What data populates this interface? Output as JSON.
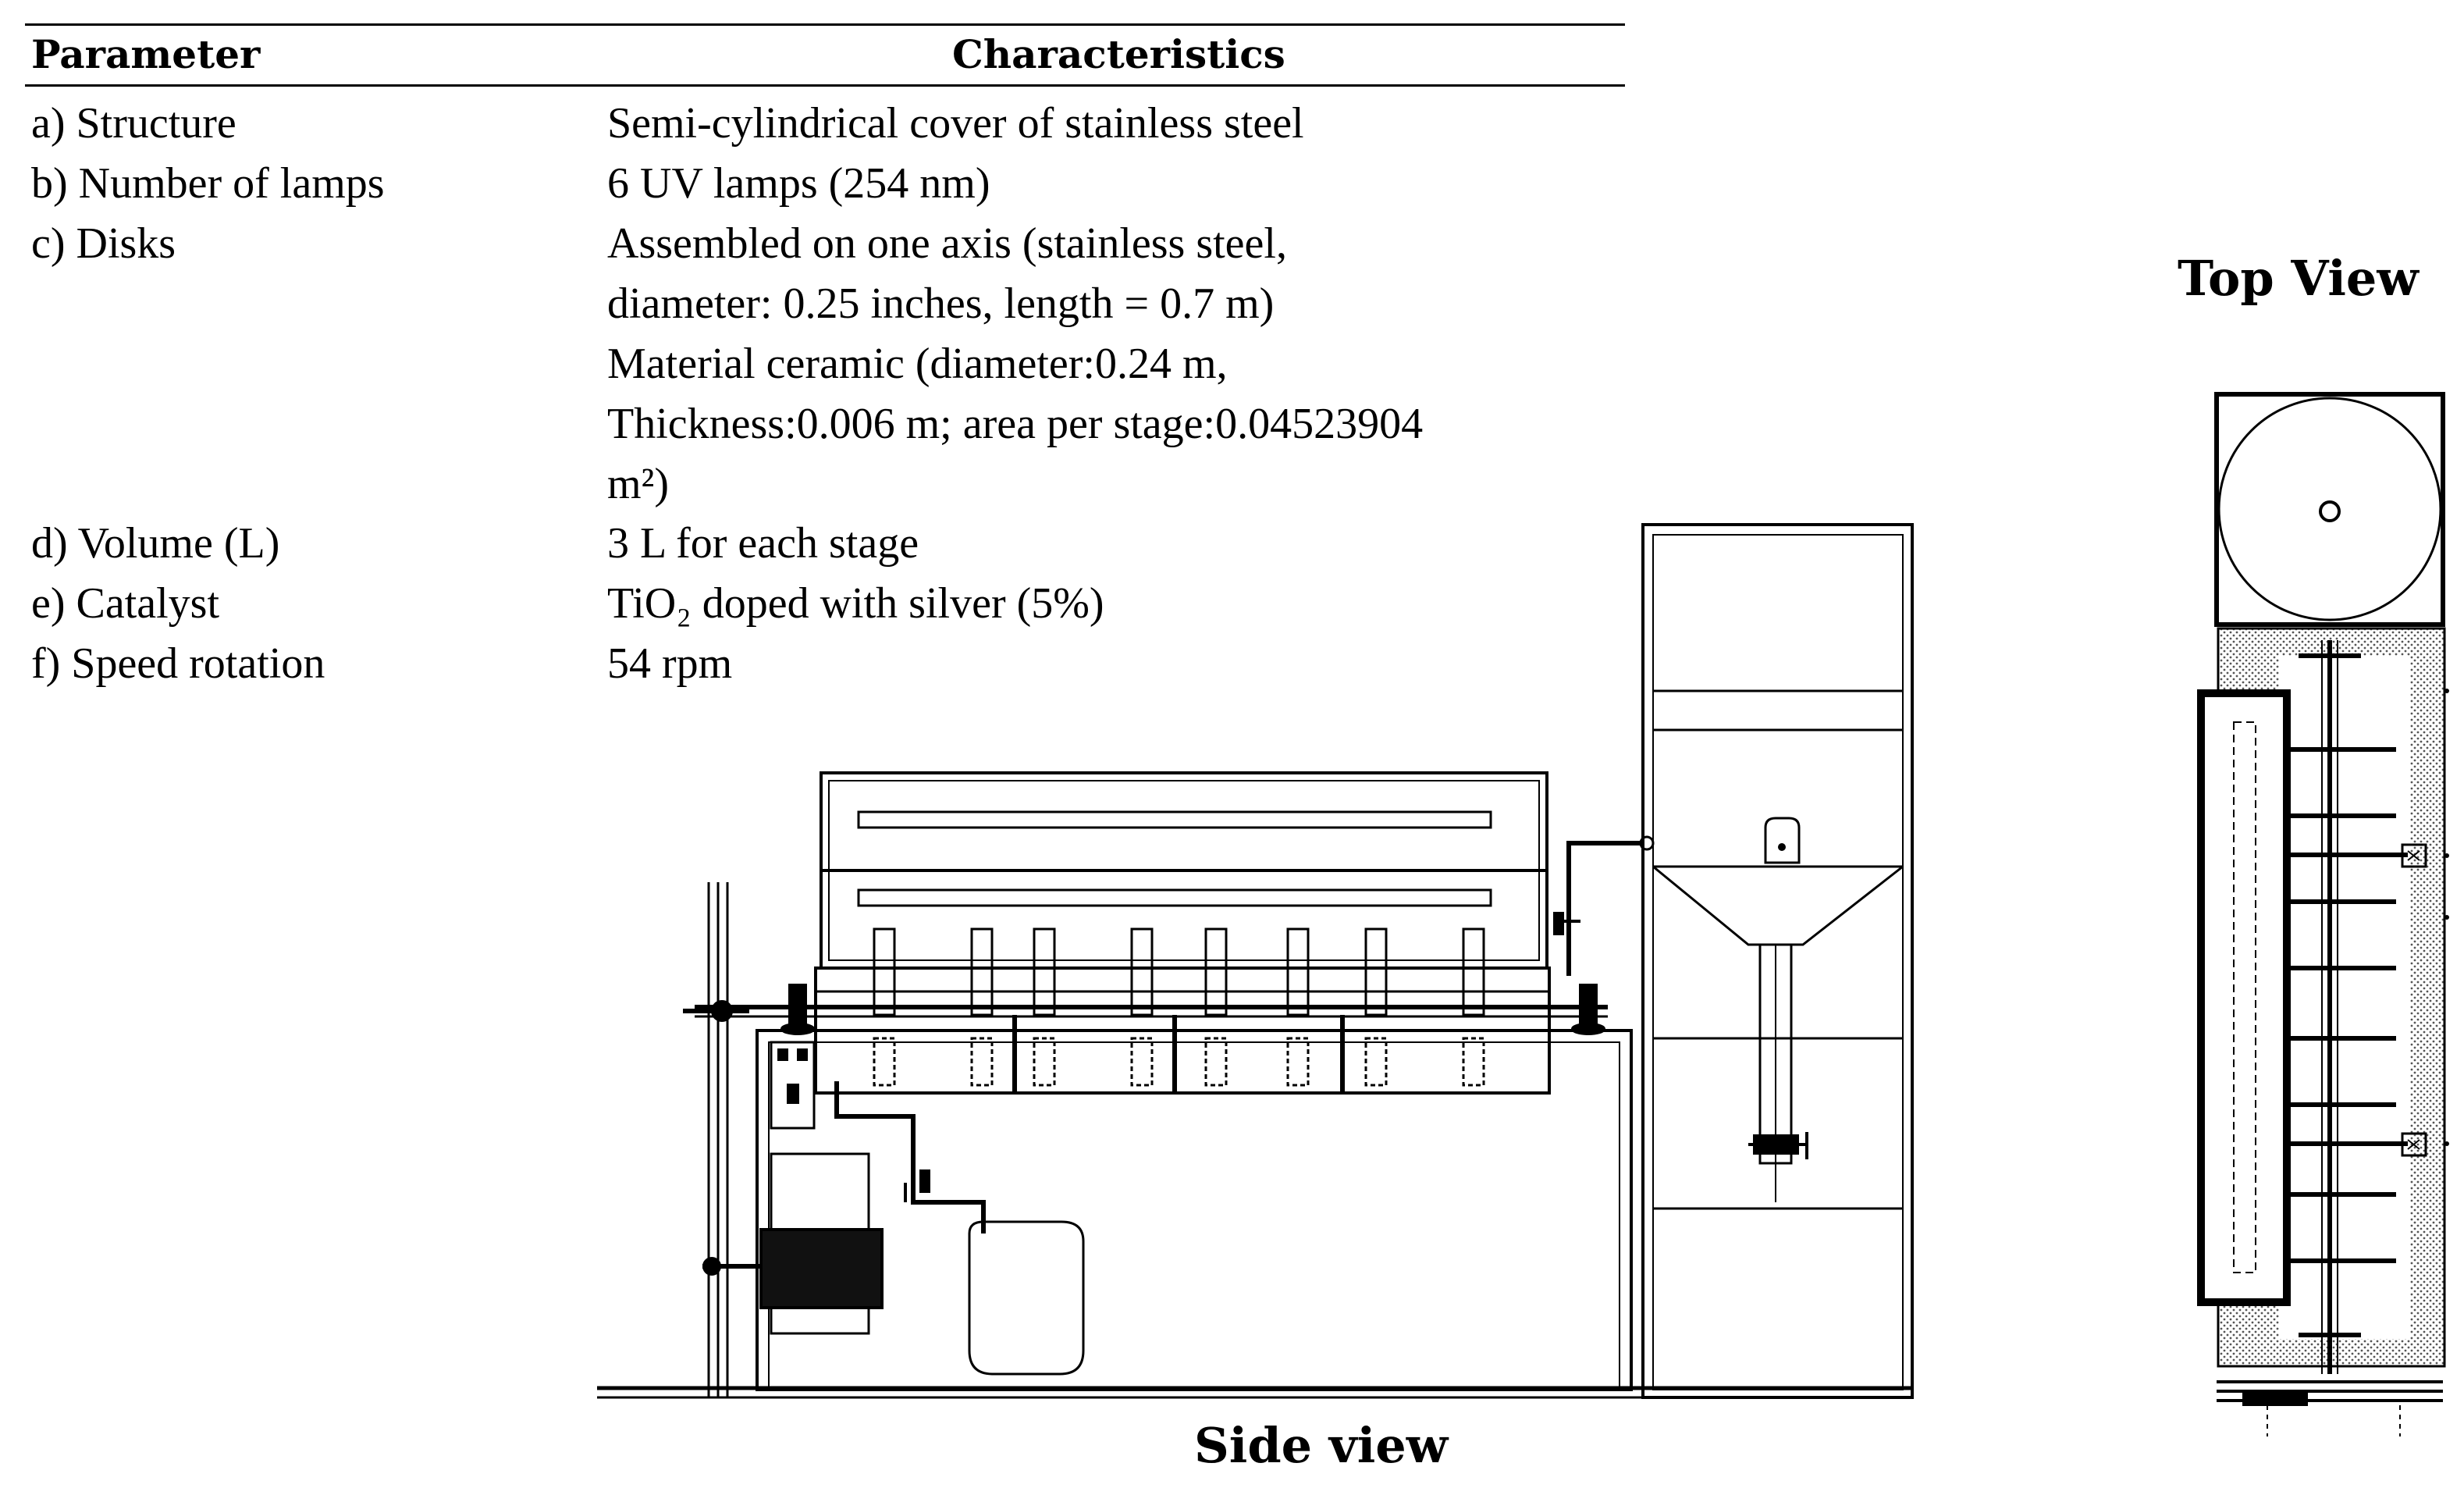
{
  "table": {
    "header_parameter": "Parameter",
    "header_characteristics": "Characteristics",
    "rows": [
      {
        "param": "a) Structure",
        "lines": [
          "Semi-cylindrical cover of stainless steel"
        ]
      },
      {
        "param": "b) Number of lamps",
        "lines": [
          "6 UV lamps (254 nm)"
        ]
      },
      {
        "param": "c) Disks",
        "lines": [
          "Assembled on one axis (stainless steel,",
          "diameter: 0.25 inches, length = 0.7 m)",
          "Material ceramic (diameter:0.24 m,",
          "Thickness:0.006 m; area per stage:0.04523904",
          "m²)"
        ]
      },
      {
        "param": "d) Volume (L)",
        "lines": [
          "3 L for each stage"
        ]
      },
      {
        "param": "e) Catalyst",
        "lines": [
          "TiO₂ doped with silver (5%)"
        ]
      },
      {
        "param": "f) Speed rotation",
        "lines": [
          "54 rpm"
        ]
      }
    ]
  },
  "views": {
    "side": "Side view",
    "top": "Top View"
  }
}
